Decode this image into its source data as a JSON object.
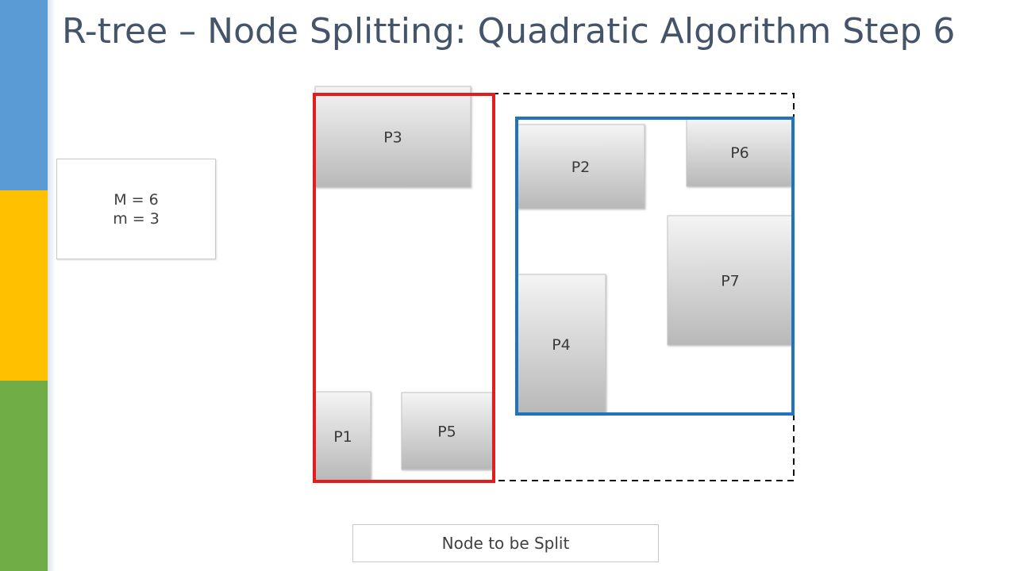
{
  "slide": {
    "title": "R-tree – Node Splitting: Quadratic Algorithm Step 6",
    "params": {
      "M_line": "M = 6",
      "m_line": "m = 3"
    },
    "caption": "Node to be Split"
  },
  "rects": [
    {
      "id": "P3",
      "label": "P3"
    },
    {
      "id": "P2",
      "label": "P2"
    },
    {
      "id": "P6",
      "label": "P6"
    },
    {
      "id": "P7",
      "label": "P7"
    },
    {
      "id": "P4",
      "label": "P4"
    },
    {
      "id": "P1",
      "label": "P1"
    },
    {
      "id": "P5",
      "label": "P5"
    }
  ],
  "groups": {
    "red": {
      "members": [
        "P3",
        "P1",
        "P5"
      ],
      "color": "#e01e1e"
    },
    "blue": {
      "members": [
        "P2",
        "P6",
        "P7",
        "P4"
      ],
      "color": "#1f74bb"
    }
  },
  "colors": {
    "side_blue": "#5b9bd5",
    "side_yellow": "#ffc000",
    "side_green": "#70ad47",
    "title": "#44546a"
  }
}
